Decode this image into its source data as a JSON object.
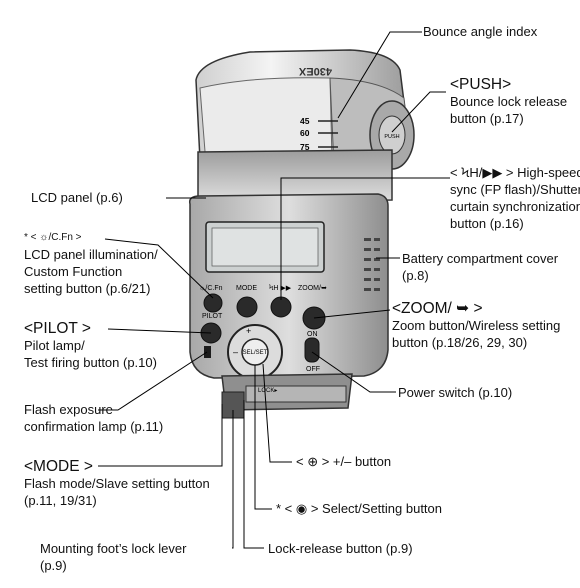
{
  "labels": {
    "bounce_angle_index": "Bounce angle index",
    "push_title": "<PUSH>",
    "push_desc_1": "Bounce lock release",
    "push_desc_2": "button (p.17)",
    "highspeed_title": "< ϞH/▶▶ > High-speed",
    "highspeed_desc_1": "sync (FP flash)/Shutter",
    "highspeed_desc_2": "curtain synchronization",
    "highspeed_desc_3": "button (p.16)",
    "lcd_panel": "LCD panel (p.6)",
    "illum_title": "* < ☼/C.Fn >",
    "illum_desc_1": "LCD panel illumination/",
    "illum_desc_2": "Custom Function",
    "illum_desc_3": "setting button (p.6/21)",
    "battery_1": "Battery compartment cover",
    "battery_2": "(p.8)",
    "pilot_title": "<PILOT >",
    "pilot_desc_1": "Pilot lamp/",
    "pilot_desc_2": "Test firing button (p.10)",
    "zoom_title": "<ZOOM/ ➥ >",
    "zoom_desc_1": "Zoom button/Wireless setting",
    "zoom_desc_2": "button (p.18/26, 29, 30)",
    "power_switch": "Power switch (p.10)",
    "fe_lamp_1": "Flash exposure",
    "fe_lamp_2": "confirmation lamp (p.11)",
    "plusminus": "< ⊕ > +/– button",
    "mode_title": "<MODE >",
    "mode_desc_1": "Flash mode/Slave setting button",
    "mode_desc_2": "(p.11, 19/31)",
    "select_btn": "* < ◉ > Select/Setting button",
    "foot_lever_1": "Mounting foot’s lock lever",
    "foot_lever_2": "(p.9)",
    "lock_release": "Lock-release button (p.9)"
  },
  "device": {
    "head_text": "430EX",
    "angle_45": "45",
    "angle_60": "60",
    "angle_75": "75",
    "btn_cfn": "☼/C.Fn",
    "btn_mode": "MODE",
    "btn_hs": "ϞH ▶▶",
    "btn_zoom": "ZOOM/➥",
    "btn_pilot": "PILOT",
    "sel_set": "SEL/SET",
    "on": "ON",
    "off": "OFF",
    "lock": "LOCK▸",
    "push": "PUSH"
  }
}
